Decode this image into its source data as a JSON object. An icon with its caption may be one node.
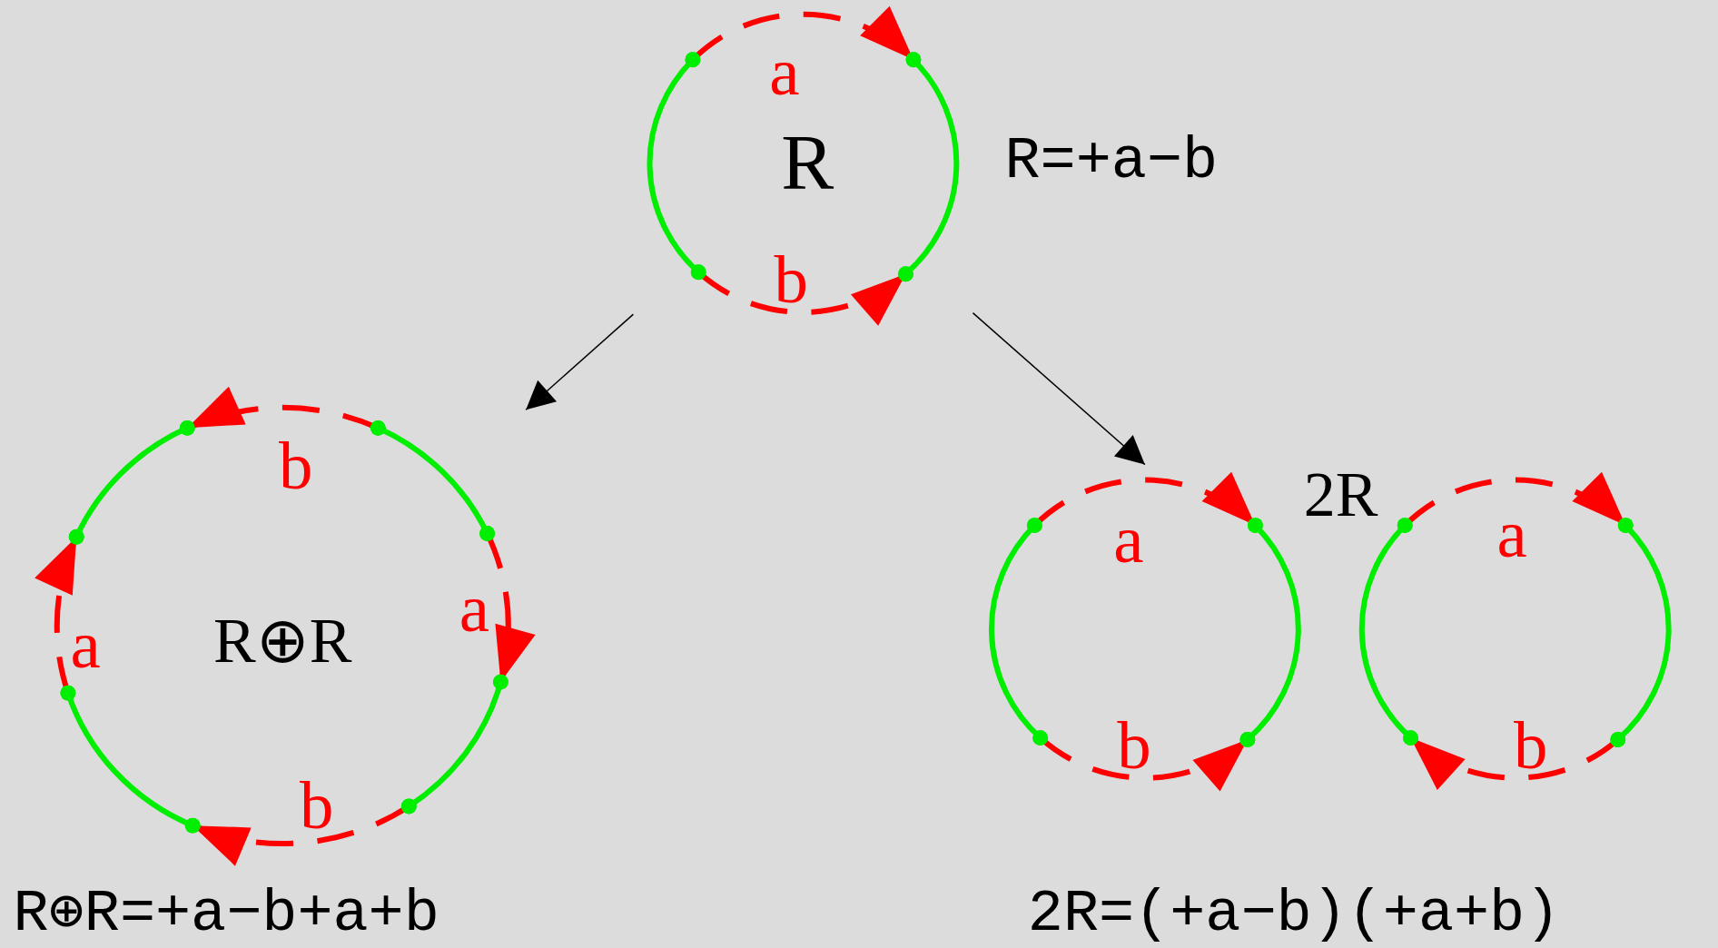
{
  "diagram": {
    "nodes": [
      {
        "text": [
          "a",
          "R",
          "b"
        ],
        "beside": [
          "R=+a−b"
        ]
      },
      {
        "text": [
          "b",
          "a",
          "R⊕R",
          "a",
          "b"
        ],
        "beside": [
          "R⊕R=+a−b+a+b"
        ]
      },
      {
        "text": [
          "2R"
        ],
        "beside": [
          "2R=(+a−b)(+a+b)"
        ]
      },
      {
        "text": [
          "a",
          "b"
        ],
        "in": 2
      },
      {
        "text": [
          "a",
          "b"
        ],
        "in": 2
      }
    ],
    "edges": [
      {
        "from": 0,
        "to": 1,
        "arrow": "to"
      },
      {
        "from": 0,
        "to": 2,
        "arrow": "to"
      }
    ]
  }
}
